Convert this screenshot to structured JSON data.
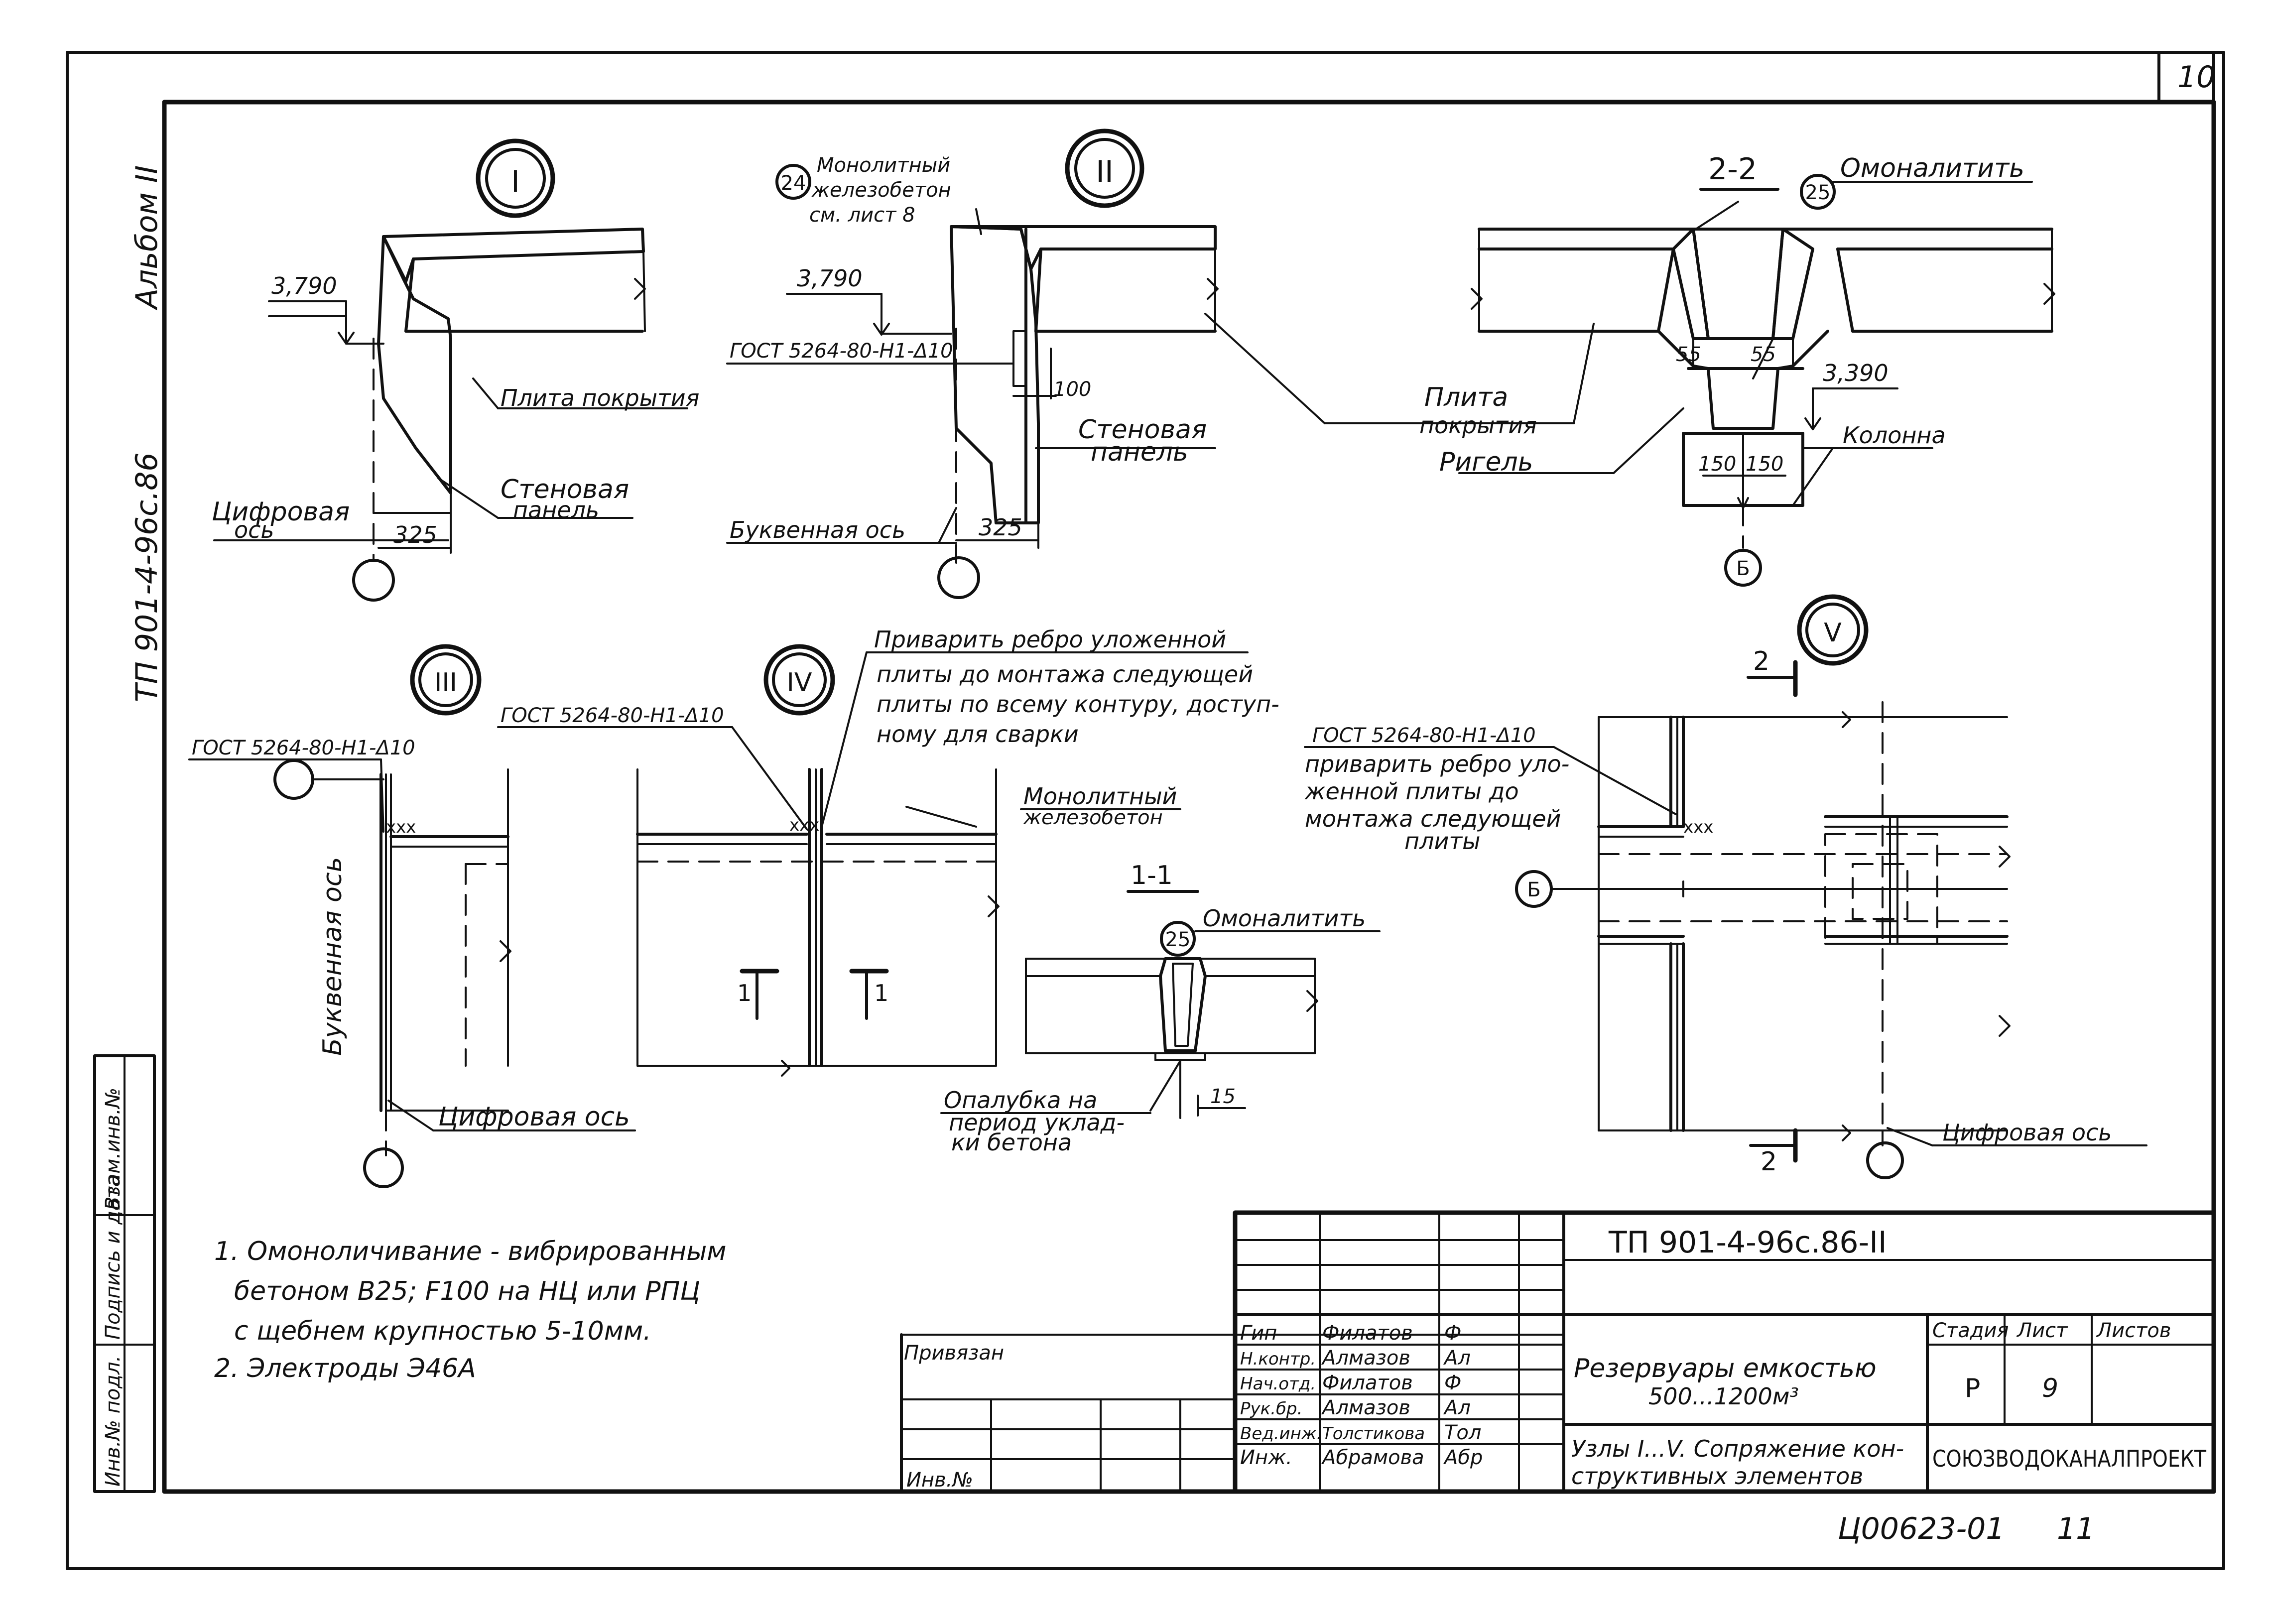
{
  "sheet": {
    "page_number": "10",
    "album": "Альбом II",
    "side_code": "ТП 901-4-96с.86",
    "archive_code": "Ц00623-01",
    "archive_sheet": "11"
  },
  "nodes": {
    "n1": {
      "marker": "I",
      "elevation": "3,790",
      "label_slab": "Плита покрытия",
      "label_panel_1": "Стеновая",
      "label_panel_2": "панель",
      "label_axis_1": "Цифровая",
      "label_axis_2": "ось",
      "dim": "325"
    },
    "n2": {
      "marker": "II",
      "callout_num": "24",
      "callout_1": "Монолитный",
      "callout_2": "железобетон",
      "callout_3": "см. лист 8",
      "elevation": "3,790",
      "weld_spec": "ГОСТ 5264-80-Н1-Δ10",
      "dim_100": "100",
      "label_panel_1": "Стеновая",
      "label_panel_2": "панель",
      "label_axis": "Буквенная ось",
      "dim": "325"
    },
    "section22": {
      "title": "2-2",
      "callout_num": "25",
      "label_monolith": "Омоналитить",
      "dim_55_left": "55",
      "dim_55_right": "55",
      "elevation": "3,390",
      "label_slab_1": "Плита",
      "label_slab_2": "покрытия",
      "label_beam": "Ригель",
      "label_column": "Колонна",
      "dim_150_a": "150",
      "dim_150_b": "150",
      "axis": "Б"
    },
    "n3": {
      "marker": "III",
      "weld_spec": "ГОСТ 5264-80-Н1-Δ10",
      "label_axis_letter": "Буквенная ось",
      "label_axis_digit": "Цифровая ось",
      "weld_mark": "xxx"
    },
    "n4": {
      "marker": "IV",
      "weld_spec": "ГОСТ 5264-80-Н1-Δ10",
      "note_1": "Приварить ребро уложенной",
      "note_2": "плиты до монтажа следующей",
      "note_3": "плиты по всему контуру, доступ-",
      "note_4": "ному для сварки",
      "label_mono_1": "Монолитный",
      "label_mono_2": "железобетон",
      "cut_left": "1",
      "cut_right": "1",
      "weld_mark": "xxx"
    },
    "section11": {
      "title": "1-1",
      "callout_num": "25",
      "label_monolith": "Омоналитить",
      "formwork_1": "Опалубка на",
      "formwork_2": "период уклад-",
      "formwork_3": "ки бетона",
      "dim": "15"
    },
    "n5": {
      "marker": "V",
      "cut_top": "2",
      "cut_bottom": "2",
      "weld_spec": "ГОСТ 5264-80-Н1-Δ10",
      "note_1": "приварить ребро уло-",
      "note_2": "женной плиты до",
      "note_3": "монтажа следующей",
      "note_4": "плиты",
      "axis": "Б",
      "label_axis_digit": "Цифровая ось",
      "weld_mark": "xxx"
    }
  },
  "notes": [
    "1. Омоноличивание - вибрированным",
    "бетоном В25; F100 на НЦ или РПЦ",
    "с щебнем крупностью 5-10мм.",
    "2. Электроды Э46А"
  ],
  "left_strip": {
    "inv_orig": "Инв.№ подл.",
    "sign_date": "Подпись и дата",
    "replace_inv": "Взам.инв.№"
  },
  "title_block": {
    "code": "ТП 901-4-96с.86-II",
    "bind_label": "Привязан",
    "inv_label": "Инв.№",
    "people": [
      {
        "role": "Гип",
        "name": "Филатов",
        "sign": "Ф"
      },
      {
        "role": "Н.контр.",
        "name": "Алмазов",
        "sign": "Ал"
      },
      {
        "role": "Нач.отд.",
        "name": "Филатов",
        "sign": "Ф"
      },
      {
        "role": "Рук.бр.",
        "name": "Алмазов",
        "sign": "Ал"
      },
      {
        "role": "Вед.инж.",
        "name": "Толстикова",
        "sign": "Тол"
      },
      {
        "role": "Инж.",
        "name": "Абрамова",
        "sign": "Абр"
      }
    ],
    "project_title_1": "Резервуары емкостью",
    "project_title_2": "500...1200м³",
    "sheet_title_1": "Узлы I...V. Сопряжение кон-",
    "sheet_title_2": "структивных элементов",
    "stage_label": "Стадия",
    "sheet_label": "Лист",
    "sheets_label": "Листов",
    "stage": "Р",
    "sheet_no": "9",
    "sheets_total": "",
    "organization": "СОЮЗВОДОКАНАЛПРОЕКТ"
  }
}
